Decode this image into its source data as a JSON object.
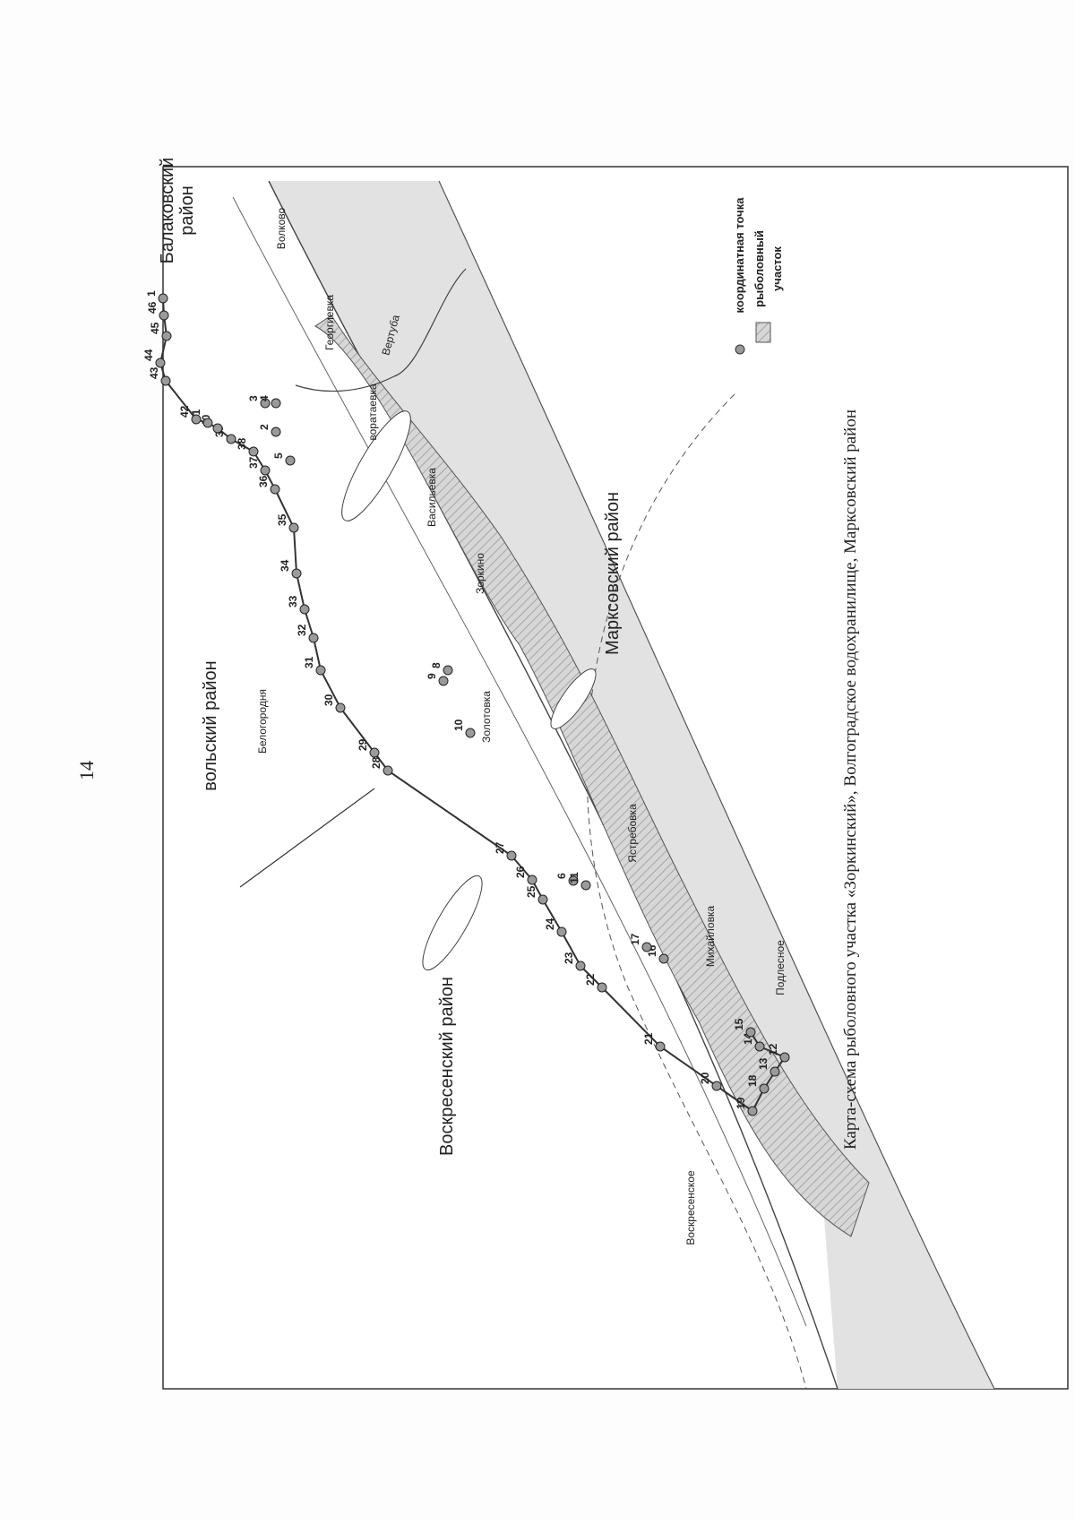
{
  "page_number": "14",
  "caption": "Карта-схема рыболовного участка «Зоркинский», Волгоградское водохранилище, Марксовский район",
  "districts": {
    "balakovsky": [
      "Балаковский",
      "район"
    ],
    "volsky": "вольский район",
    "voskresensky": "Воскресенский район",
    "marksovsky": "Марксовский район"
  },
  "settlements": {
    "volkovo": "Волково",
    "georgievka": "Георгиевка",
    "vorataevka": "воратаевка",
    "vasilyevka": "Васильевка",
    "zorkino": "Зоркино",
    "zolotovka": "Золотовка",
    "yastrebovka": "Ястребовка",
    "mikhaylovka": "Михайловка",
    "podlesnoe": "Подлесное",
    "belogorodnya": "Белогородня",
    "voskresenskoe": "Воскресенское"
  },
  "river_label": "Вертуба",
  "legend": {
    "point": "координатная точка",
    "area": [
      "рыболовный",
      "участок"
    ]
  },
  "coordinate_points": [
    "1",
    "2",
    "3",
    "4",
    "5",
    "6",
    "8",
    "9",
    "10",
    "11",
    "12",
    "13",
    "14",
    "15",
    "16",
    "17",
    "18",
    "19",
    "20",
    "21",
    "22",
    "23",
    "24",
    "25",
    "26",
    "27",
    "28",
    "29",
    "30",
    "31",
    "32",
    "33",
    "34",
    "35",
    "36",
    "37",
    "38",
    "39",
    "40",
    "41",
    "42",
    "43",
    "44",
    "45",
    "46"
  ]
}
